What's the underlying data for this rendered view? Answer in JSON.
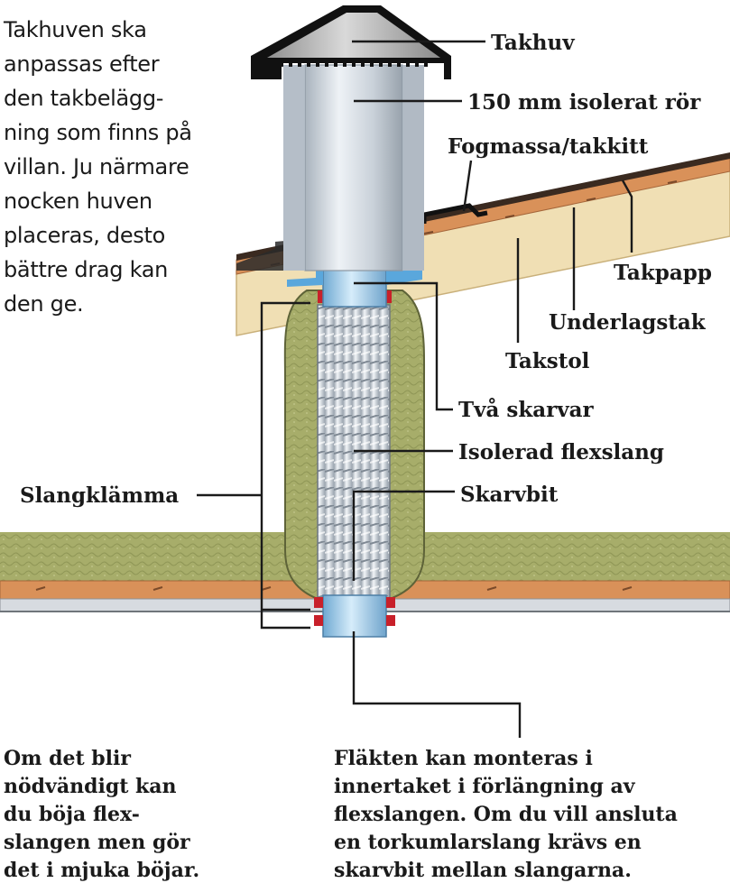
{
  "intro_text": "Takhuven ska\nanpassas efter\nden takbelägg-\nning som finns på\nvillan. Ju närmare\nnocken huven\nplaceras, desto\nbättre drag kan\nden ge.",
  "labels": {
    "takhuv": "Takhuv",
    "isolerat_ror": "150 mm isolerat rör",
    "fogmassa": "Fogmassa/takkitt",
    "takpapp": "Takpapp",
    "underlagstak": "Underlagstak",
    "takstol": "Takstol",
    "tva_skarvar": "Två skarvar",
    "isolerad_flexslang": "Isolerad flexslang",
    "skarvbit": "Skarvbit",
    "slangklamma": "Slangklämma"
  },
  "notes": {
    "left": "Om det blir\nnödvändigt kan\ndu böja flex-\nslangen men gör\ndet i mjuka böjar.",
    "right": "Fläkten kan monteras i\ninnertaket i förlängning av\nflexslangen. Om du vill ansluta\nen torkumlarslang krävs en\nskarvbit mellan slangarna."
  },
  "colors": {
    "wood": "#f0dfb4",
    "roof_tile": "#d9905c",
    "insulation": "#a7ad6a",
    "pipe": "#d4dde6",
    "pipe_blue": "#9cc7e6",
    "hood": "#b9b9b9",
    "clamp": "#c8202a"
  }
}
